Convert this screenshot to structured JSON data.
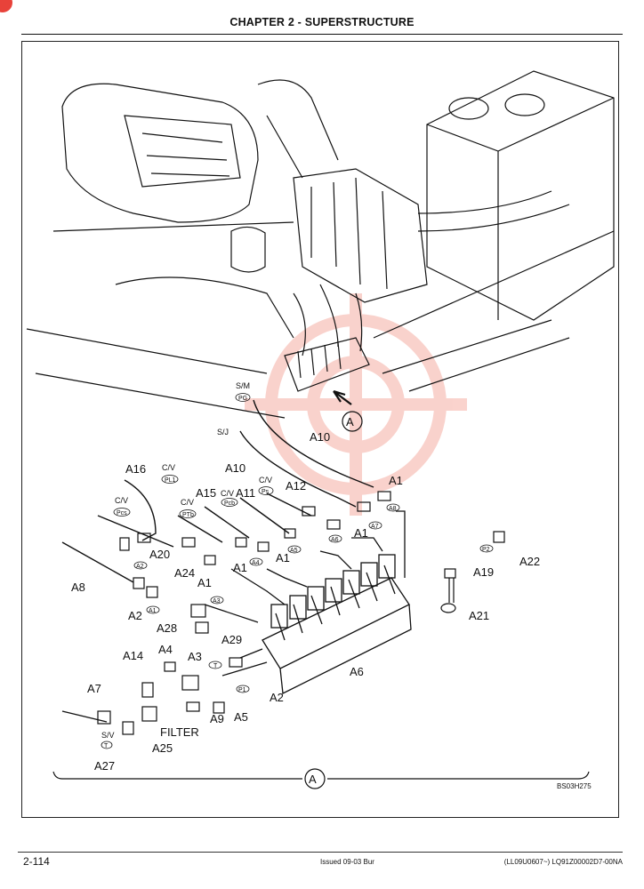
{
  "header": {
    "chapter_title": "CHAPTER 2 - SUPERSTRUCTURE"
  },
  "footer": {
    "page_number": "2-114",
    "issued": "Issued 09-03   Bur",
    "doc_code": "(LL09U0607~)   LQ91Z00002D7-00NA"
  },
  "figure": {
    "figure_code": "BS03H275",
    "view_marker": "A",
    "colors": {
      "line": "#111111",
      "watermark": "#f08070",
      "badge": "#e8423a"
    },
    "callouts": {
      "a1": "A1",
      "a2": "A2",
      "a3": "A3",
      "a4": "A4",
      "a5": "A5",
      "a6": "A6",
      "a7": "A7",
      "a8": "A8",
      "a9": "A9",
      "a10": "A10",
      "a11": "A11",
      "a12": "A12",
      "a14": "A14",
      "a15": "A15",
      "a16": "A16",
      "a19": "A19",
      "a20": "A20",
      "a21": "A21",
      "a22": "A22",
      "a24": "A24",
      "a25": "A25",
      "a27": "A27",
      "a28": "A28",
      "a29": "A29",
      "filter": "FILTER"
    },
    "line_labels": {
      "sm": "S/M",
      "pg": "PG",
      "sj": "S/J",
      "cv": "C/V",
      "pl1": "PL1",
      "pcs": "Pcs",
      "ptb": "PTb",
      "pcb": "Pcb",
      "ps": "Ps",
      "sv": "S/V",
      "t": "T"
    },
    "port_labels": {
      "p_a1": "A1",
      "p_a2": "A2",
      "p_a3": "A3",
      "p_a4": "A4",
      "p_a5": "A5",
      "p_a6": "A6",
      "p_a7": "A7",
      "p_a8": "A8",
      "p_t": "T",
      "p_p1": "P1",
      "p_p2": "P2"
    }
  }
}
